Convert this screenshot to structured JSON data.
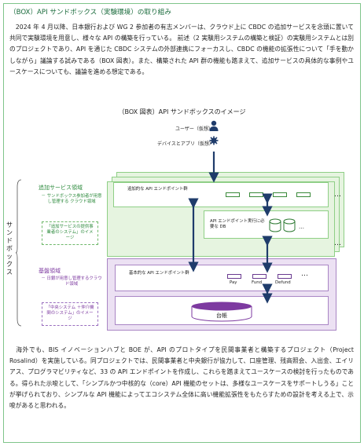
{
  "heading": "（BOX）API サンドボックス（実験環境）の取り組み",
  "paragraph1": "　2024 年 4 月以降、日本銀行および WG 2 参加者の有志メンバーは、クラウド上に CBDC の追加サービスを念頭に置いて共同で実験環境を用意し、様々な API の構築を行っている。 前述（2 実験用システムの構築と検証）の実験用システムとは別のプロジェクトであり、API を通じた CBDC システムの外部連携にフォーカスし、CBDC の機能の拡張性について「手を動かしながら」議論する試みである（BOX 図表）。また、構築された API 群の機能も踏まえて、追加サービスの具体的な事例やユースケースについても、議論を進める想定である。",
  "diagram": {
    "title": "（BOX 図表）API サンドボックスのイメージ",
    "user_label": "ユーザー（仮想）",
    "device_label": "デバイスとアプリ（仮想）",
    "side_label": "サンドボックス",
    "additional": {
      "title": "追加サービス領域",
      "desc": "－ サンドボックス参加者が用意し管理する クラウド領域",
      "note": "「追加サービスの提供事業者のシステム」のイメージ",
      "api_group": "追加的な API エンドポイント群",
      "db_box": "API エンドポイント実行に必要な DB"
    },
    "base": {
      "title": "基盤領域",
      "desc": "－ 日銀が用意し管理するクラウド領域",
      "note": "「中央システム ＋仲介機関のシステム」のイメージ",
      "api_group": "基本的な API エンドポイント群",
      "endpoints": [
        "Pay",
        "Fund",
        "Defund"
      ],
      "ledger": "台帳"
    },
    "ellipsis": "…"
  },
  "paragraph2": "　海外でも、BIS イノベーションハブと BOE が、API のプロトタイプを民間事業者と構築するプロジェクト（Project Rosalind）を実施している。同プロジェクトでは、民間事業者と中央銀行が協力して、口座管理、残高照会、入出金、エイリアス、プログラマビリティなど、33 の API エンドポイントを作成し、これらを踏まえてユースケースの検討を行ったものである。得られた示唆として、「シンプルかつ中核的な（core）API 機能のセットは、多様なユースケースをサポートしうる」ことが挙げられており、シンプルな API 機能によってエコシステム全体に高い機能拡張性をもたらすための設計を考える上で、示唆があると思われる。",
  "colors": {
    "green": "#2e8b3e",
    "purple": "#7d3aa0",
    "frame": "#7fc58a"
  }
}
